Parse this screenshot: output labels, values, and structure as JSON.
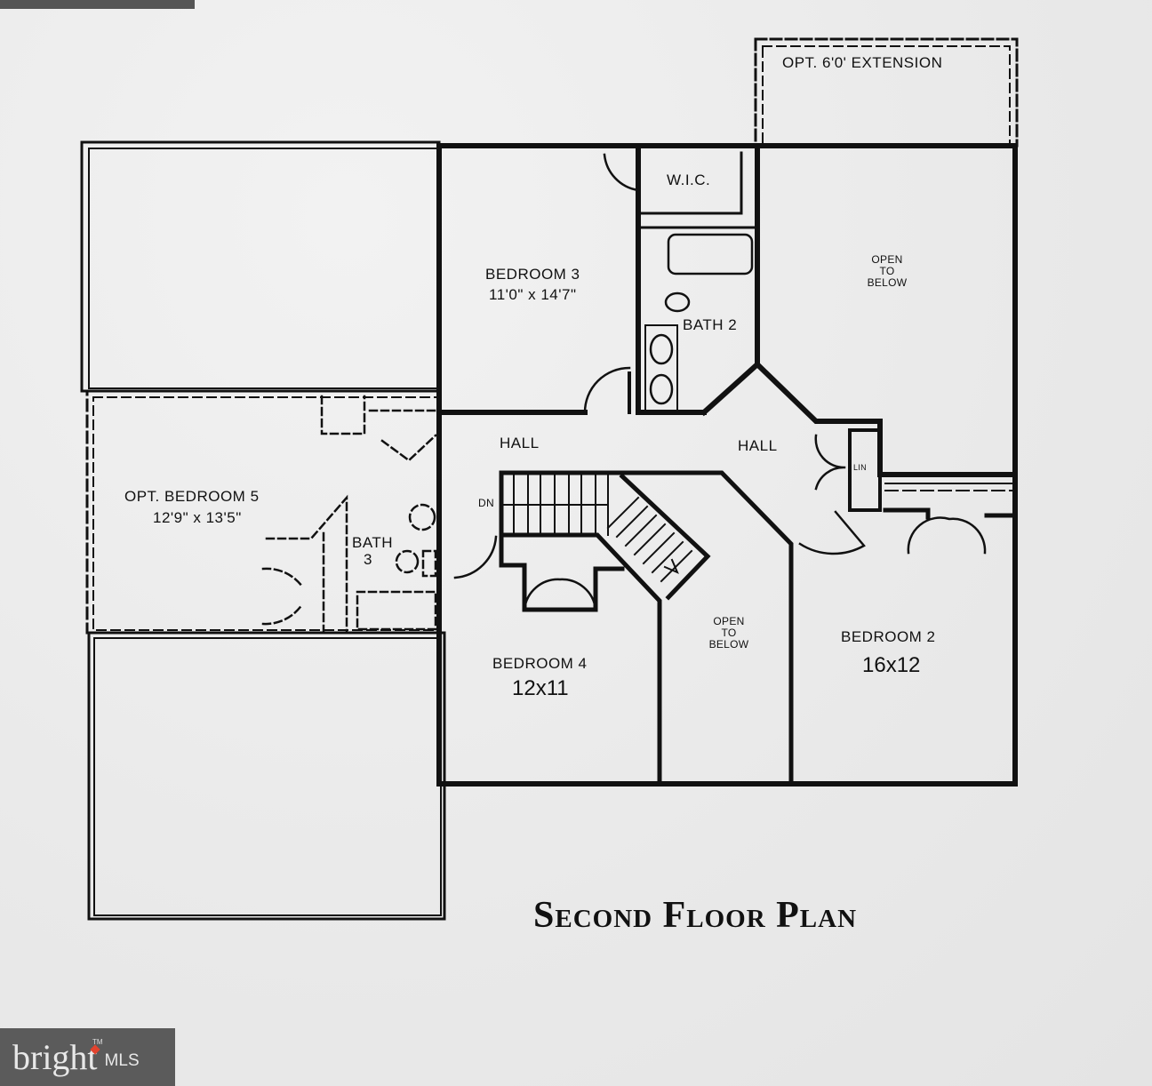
{
  "header": {
    "title": "Second Floor Plan"
  },
  "rooms": {
    "extension": {
      "label": "OPT. 6'0' EXTENSION"
    },
    "bedroom3": {
      "name": "BEDROOM 3",
      "dims": "11'0\" x 14'7\""
    },
    "wic": {
      "label": "W.I.C."
    },
    "bath2": {
      "label": "BATH 2"
    },
    "open_to_below_1": {
      "line1": "OPEN",
      "line2": "TO",
      "line3": "BELOW"
    },
    "hall_left": {
      "label": "HALL"
    },
    "hall_right": {
      "label": "HALL"
    },
    "linen": {
      "label": "LIN"
    },
    "stairs": {
      "label": "DN"
    },
    "opt_bedroom5": {
      "name": "OPT. BEDROOM 5",
      "dims": "12'9\" x 13'5\""
    },
    "bath3": {
      "line1": "BATH",
      "line2": "3"
    },
    "bedroom4": {
      "name": "BEDROOM 4",
      "dims": "12x11"
    },
    "open_to_below_2": {
      "line1": "OPEN",
      "line2": "TO",
      "line3": "BELOW"
    },
    "bedroom2": {
      "name": "BEDROOM 2",
      "dims": "16x12"
    }
  },
  "watermark": {
    "brand": "bright",
    "suffix": "MLS",
    "tm": "TM",
    "accent_color": "#e2432e"
  }
}
